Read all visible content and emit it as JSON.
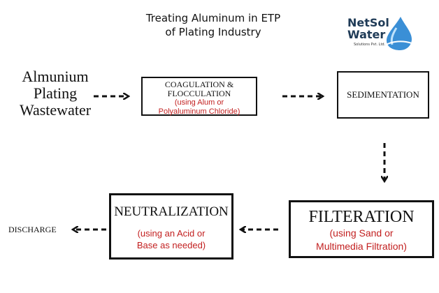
{
  "title": {
    "line1": "Treating Aluminum in ETP",
    "line2": "of Plating Industry"
  },
  "logo": {
    "line1": "NetSol",
    "line2": "Water",
    "sub": "Solutions Pvt. Ltd.",
    "icon": "water-drop-icon",
    "color": "#1f3b57"
  },
  "source": {
    "line1": "Almunium",
    "line2": "Plating",
    "line3": "Wastewater"
  },
  "steps": {
    "coagulation": {
      "title1": "COAGULATION &",
      "title2": "FLOCCULATION",
      "note1": "(using Alum or",
      "note2": "Polyaluminum Chloride)"
    },
    "sedimentation": {
      "title": "SEDIMENTATION"
    },
    "filteration": {
      "title": "FILTERATION",
      "note1": "(using Sand or",
      "note2": "Multimedia Filtration)"
    },
    "neutralization": {
      "title": "NEUTRALIZATION",
      "note1": "(using an Acid or",
      "note2": "Base as needed)"
    },
    "discharge": {
      "title": "DISCHARGE"
    }
  },
  "colors": {
    "note": "#c21f1f",
    "ink": "#111111"
  }
}
